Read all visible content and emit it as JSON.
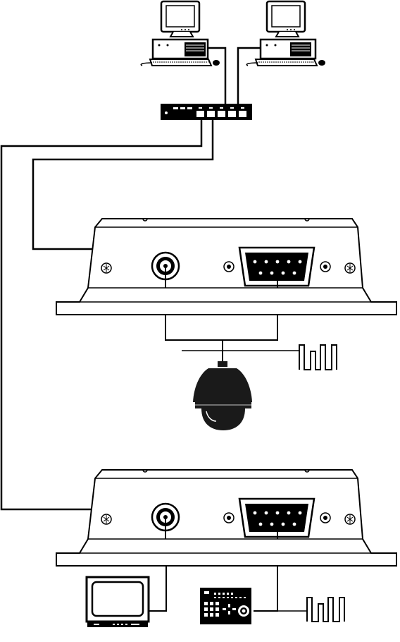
{
  "diagram": {
    "type": "network-video-encoder-decoder-setup",
    "colors": {
      "ink": "#000000",
      "paper": "#ffffff",
      "dome": "#1a1a1a"
    },
    "components": [
      {
        "id": "pc-left",
        "icon": "desktop-computer-icon"
      },
      {
        "id": "pc-right",
        "icon": "desktop-computer-icon"
      },
      {
        "id": "network-switch",
        "icon": "ethernet-switch-icon"
      },
      {
        "id": "video-server-encoder",
        "icon": "video-server-icon"
      },
      {
        "id": "ptz-dome-camera",
        "icon": "dome-camera-icon"
      },
      {
        "id": "serial-signal-top",
        "icon": "serial-waveform-icon"
      },
      {
        "id": "video-server-decoder",
        "icon": "video-server-icon"
      },
      {
        "id": "monitor",
        "icon": "crt-monitor-icon"
      },
      {
        "id": "ptz-keyboard",
        "icon": "control-keyboard-icon"
      },
      {
        "id": "serial-signal-bottom",
        "icon": "serial-waveform-icon"
      }
    ]
  }
}
